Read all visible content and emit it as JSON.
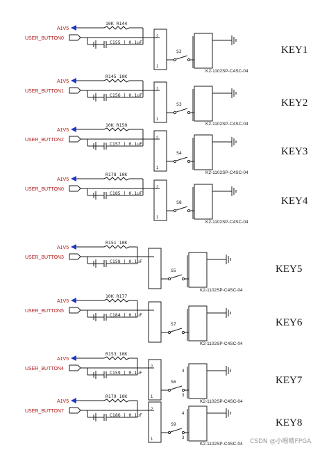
{
  "colors": {
    "wire": "#1a1a1a",
    "net_label": "#b01818",
    "power_arrow": "#1f36c8",
    "resistor": "#1a1a1a",
    "part_label": "#1a1a1a"
  },
  "icons": [
    "power-arrow-icon",
    "net-port-icon",
    "ground-icon",
    "resistor-icon",
    "capacitor-icon",
    "push-switch-icon"
  ],
  "watermark": "CSDN @小眼睛FPGA",
  "circuits": [
    {
      "power": "A1V5",
      "net": "USER_BUTTON0",
      "resistor": "R144",
      "resistor_value": "10K",
      "cap": "C155",
      "cap_value": "0.1uF",
      "switch": "S2",
      "part": "K2-1102SP-C4SC-04",
      "key": "KEY1",
      "pins": [
        "2",
        "1",
        "",
        ""
      ]
    },
    {
      "power": "A1V5",
      "net": "USER_BUTTON1",
      "resistor": "R145",
      "resistor_value": "10K",
      "cap": "C156",
      "cap_value": "0.1uF",
      "switch": "S3",
      "part": "K2-1102SP-C4SC-04",
      "key": "KEY2",
      "pins": [
        "2",
        "1",
        "",
        ""
      ]
    },
    {
      "power": "A1V5",
      "net": "USER_BUTTON2",
      "resistor": "R150",
      "resistor_value": "10K",
      "cap": "C157",
      "cap_value": "0.1uF",
      "switch": "S4",
      "part": "K2-1102SP-C4SC-04",
      "key": "KEY3",
      "pins": [
        "2",
        "1",
        "",
        ""
      ]
    },
    {
      "power": "A1V5",
      "net": "USER_BUTTON0",
      "resistor": "R178",
      "resistor_value": "10K",
      "cap": "C185",
      "cap_value": "0.1uF",
      "switch": "S8",
      "part": "K2-1102SP-C4SC-04",
      "key": "KEY4",
      "pins": [
        "2",
        "1",
        "",
        ""
      ]
    },
    {
      "power": "A1V5",
      "net": "USER_BUTTON3",
      "resistor": "R151",
      "resistor_value": "10K",
      "cap": "C158",
      "cap_value": "0.1uF",
      "switch": "S5",
      "part": "K2-1102SP-C4SC-04",
      "key": "KEY5",
      "pins": [
        "",
        "",
        "",
        ""
      ]
    },
    {
      "power": "A1V5",
      "net": "USER_BUTTON5",
      "resistor": "R177",
      "resistor_value": "10K",
      "cap": "C184",
      "cap_value": "0.1uF",
      "switch": "S7",
      "part": "K2-1102SP-C4SC-04",
      "key": "KEY6",
      "pins": [
        "",
        "",
        "",
        ""
      ]
    },
    {
      "power": "A1V5",
      "net": "USER_BUTTON4",
      "resistor": "R153",
      "resistor_value": "10K",
      "cap": "C159",
      "cap_value": "0.1uF",
      "switch": "S6",
      "part": "K2-1102SP-C4SC-04",
      "key": "KEY7",
      "pins": [
        "2",
        "1",
        "4",
        "3"
      ]
    },
    {
      "power": "A1V5",
      "net": "USER_BUTTON7",
      "resistor": "R179",
      "resistor_value": "10K",
      "cap": "C186",
      "cap_value": "0.1uF",
      "switch": "S9",
      "part": "K2-1102SP-C4SC-04",
      "key": "KEY8",
      "pins": [
        "2",
        "1",
        "4",
        "3"
      ]
    }
  ]
}
